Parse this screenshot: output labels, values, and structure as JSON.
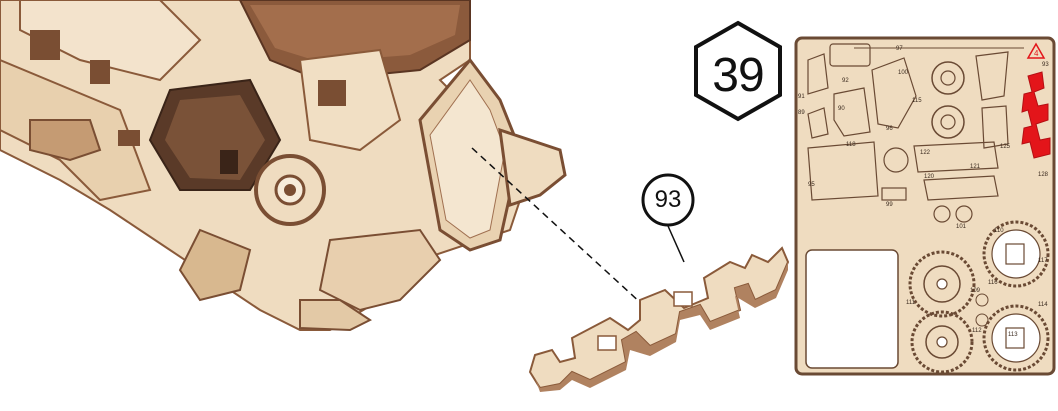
{
  "step": {
    "number": "39"
  },
  "part_callout": {
    "number": "93"
  },
  "sheet": {
    "sheet_label": "4",
    "part_labels": [
      "97",
      "92",
      "91",
      "89",
      "90",
      "100",
      "115",
      "118",
      "96",
      "95",
      "99",
      "122",
      "120",
      "121",
      "125",
      "128",
      "101",
      "110",
      "111",
      "117",
      "116",
      "109",
      "114",
      "112",
      "113",
      "93"
    ]
  },
  "colors": {
    "wood_light": "#efdcc0",
    "wood_edge": "#c9a57c",
    "wood_dark": "#7a4e33",
    "highlight": "#e3151a"
  }
}
